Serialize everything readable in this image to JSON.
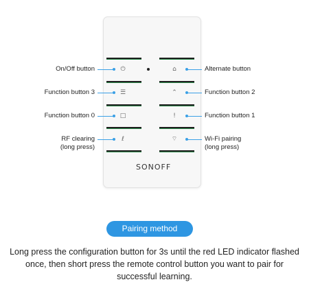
{
  "labels": {
    "onoff": "On/Off button",
    "alternate": "Alternate button",
    "f3": "Function button 3",
    "f2": "Function button 2",
    "f0": "Function button 0",
    "f1": "Function button 1",
    "rf_line1": "RF clearing",
    "rf_line2": "(long press)",
    "wifi_line1": "Wi-Fi pairing",
    "wifi_line2": "(long press)"
  },
  "logo": "SONOFF",
  "pairing_button": "Pairing method",
  "description": "Long press the configuration button for 3s until  the red LED indicator flashed once, then short press the remote control button you want to pair for successful learning.",
  "colors": {
    "accent": "#2e96e2",
    "divider_green": "#2f8f4e"
  }
}
